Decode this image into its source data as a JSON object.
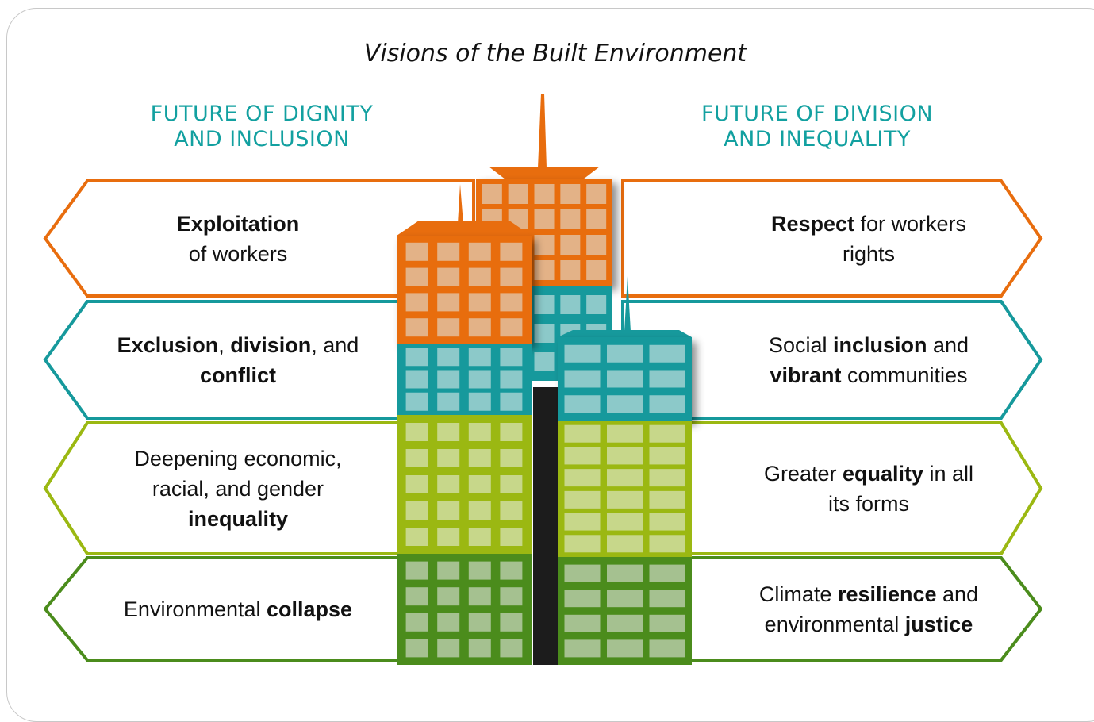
{
  "title": "Visions of the Built Environment",
  "columns": {
    "left": {
      "heading_line1": "FUTURE OF DIGNITY",
      "heading_line2": "AND INCLUSION"
    },
    "right": {
      "heading_line1": "FUTURE OF DIVISION",
      "heading_line2": "AND INEQUALITY"
    }
  },
  "colors": {
    "orange": "#e86d0e",
    "teal": "#16999c",
    "lime": "#9bb812",
    "green": "#4b8c1c",
    "heading": "#12a0a0"
  },
  "rows": [
    {
      "left": [
        {
          "t": "Exploitation",
          "b": true
        },
        {
          "t": "\n"
        },
        {
          "t": "of workers",
          "b": false
        }
      ],
      "right": [
        {
          "t": "Respect",
          "b": true
        },
        {
          "t": " for workers",
          "b": false
        },
        {
          "t": "\n"
        },
        {
          "t": "rights",
          "b": false
        }
      ]
    },
    {
      "left": [
        {
          "t": "Exclusion",
          "b": true
        },
        {
          "t": ", ",
          "b": false
        },
        {
          "t": "division",
          "b": true
        },
        {
          "t": ", and",
          "b": false
        },
        {
          "t": "\n"
        },
        {
          "t": "conflict",
          "b": true
        }
      ],
      "right": [
        {
          "t": "Social ",
          "b": false
        },
        {
          "t": "inclusion",
          "b": true
        },
        {
          "t": " and",
          "b": false
        },
        {
          "t": "\n"
        },
        {
          "t": "vibrant",
          "b": true
        },
        {
          "t": " communities",
          "b": false
        }
      ]
    },
    {
      "left": [
        {
          "t": "Deepening economic,",
          "b": false
        },
        {
          "t": "\n"
        },
        {
          "t": "racial, and gender",
          "b": false
        },
        {
          "t": "\n"
        },
        {
          "t": "inequality",
          "b": true
        }
      ],
      "right": [
        {
          "t": "Greater ",
          "b": false
        },
        {
          "t": "equality",
          "b": true
        },
        {
          "t": " in all",
          "b": false
        },
        {
          "t": "\n"
        },
        {
          "t": "its forms",
          "b": false
        }
      ]
    },
    {
      "left": [
        {
          "t": "Environmental ",
          "b": false
        },
        {
          "t": "collapse",
          "b": true
        }
      ],
      "right": [
        {
          "t": "Climate ",
          "b": false
        },
        {
          "t": "resilience",
          "b": true
        },
        {
          "t": " and",
          "b": false
        },
        {
          "t": "\n"
        },
        {
          "t": "environmental ",
          "b": false
        },
        {
          "t": "justice",
          "b": true
        }
      ]
    }
  ]
}
